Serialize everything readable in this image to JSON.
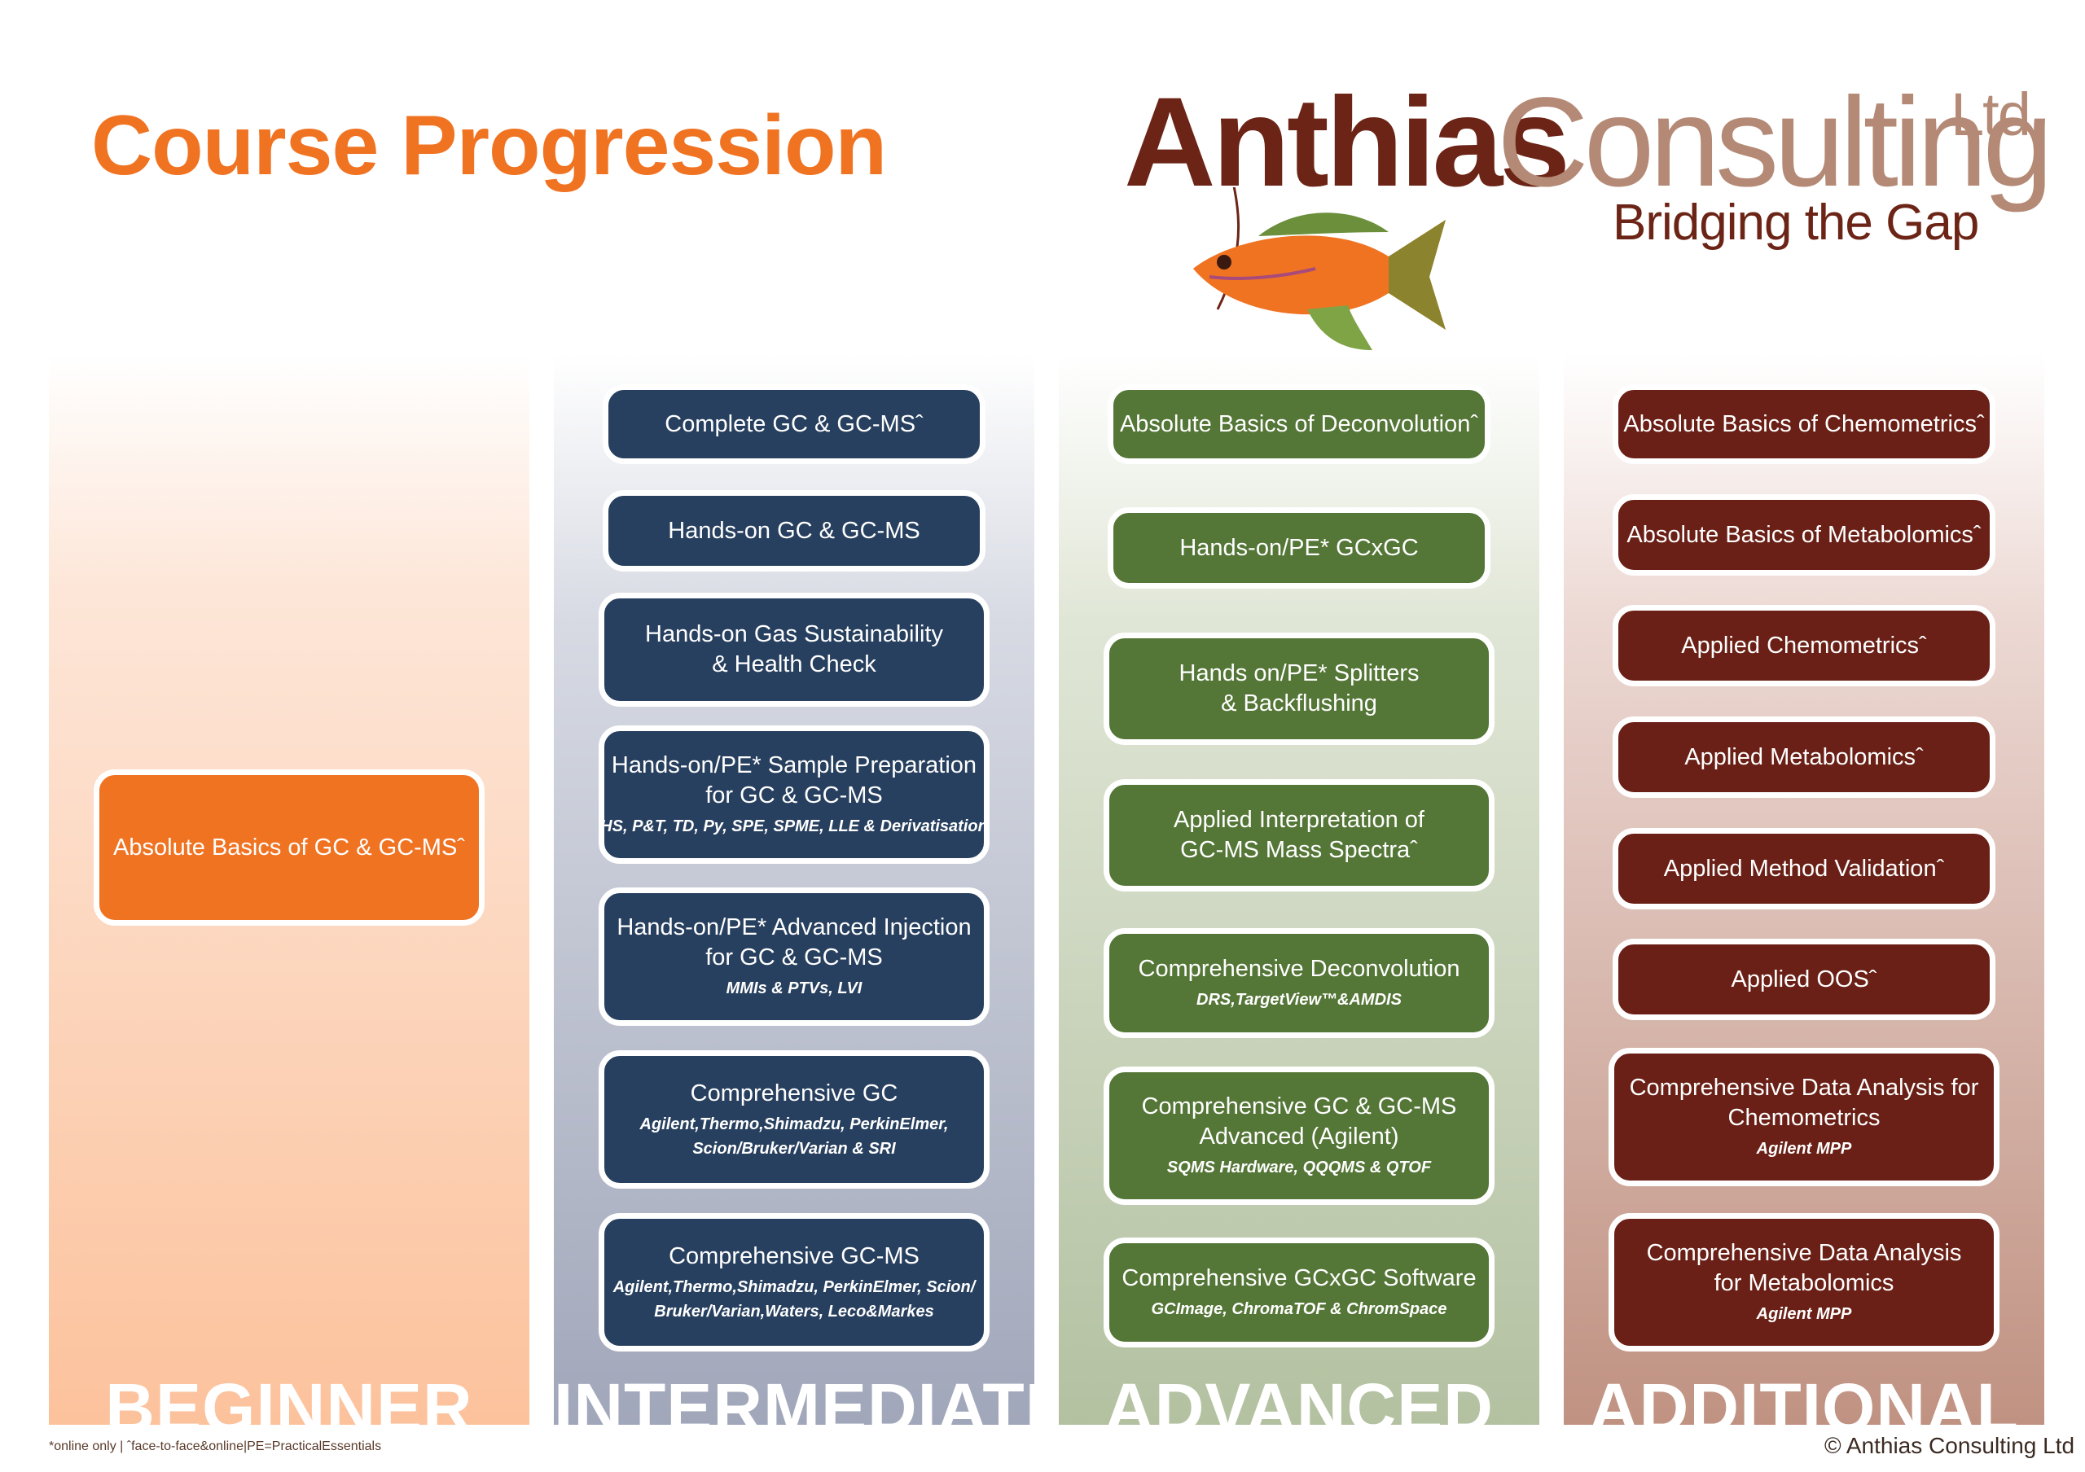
{
  "page": {
    "title": "Course Progression"
  },
  "logo": {
    "word_a": "Anthias",
    "word_b": "Consulting",
    "suffix": "Ltd",
    "tagline": "Bridging the Gap",
    "icon": "fish-icon"
  },
  "columns": {
    "beginner": {
      "label": "BEGINNER",
      "color": "#f07322",
      "courses": [
        {
          "title": "Absolute Basics of GC & GC-MSˆ"
        }
      ]
    },
    "intermediate": {
      "label": "INTERMEDIATE",
      "color": "#28405f",
      "courses": [
        {
          "title": "Complete GC & GC-MSˆ"
        },
        {
          "title": "Hands-on GC & GC-MS"
        },
        {
          "title": "Hands-on Gas Sustainability",
          "title2": "& Health Check"
        },
        {
          "title": "Hands-on/PE* Sample Preparation",
          "title2": "for GC & GC-MS",
          "subtitle": "HS, P&T, TD, Py, SPE, SPME, LLE & Derivatisation"
        },
        {
          "title": "Hands-on/PE* Advanced Injection",
          "title2": "for GC & GC-MS",
          "subtitle": "MMIs & PTVs, LVI"
        },
        {
          "title": "Comprehensive GC",
          "subtitle": "Agilent,Thermo,Shimadzu, PerkinElmer,",
          "subtitle2": "Scion/Bruker/Varian & SRI"
        },
        {
          "title": "Comprehensive GC-MS",
          "subtitle": "Agilent,Thermo,Shimadzu, PerkinElmer, Scion/",
          "subtitle2": "Bruker/Varian,Waters, Leco&Markes"
        }
      ]
    },
    "advanced": {
      "label": "ADVANCED",
      "color": "#547636",
      "courses": [
        {
          "title": "Absolute Basics of Deconvolutionˆ"
        },
        {
          "title": "Hands-on/PE* GCxGC"
        },
        {
          "title": "Hands on/PE* Splitters",
          "title2": "& Backflushing"
        },
        {
          "title": "Applied Interpretation of",
          "title2": "GC-MS Mass Spectraˆ"
        },
        {
          "title": "Comprehensive Deconvolution",
          "subtitle": "DRS,TargetView™&AMDIS"
        },
        {
          "title": "Comprehensive GC & GC-MS",
          "title2": "Advanced (Agilent)",
          "subtitle": "SQMS Hardware, QQQMS & QTOF"
        },
        {
          "title": "Comprehensive GCxGC Software",
          "subtitle": "GCImage, ChromaTOF & ChromSpace"
        }
      ]
    },
    "additional": {
      "label": "ADDITIONAL",
      "color": "#6a2016",
      "courses": [
        {
          "title": "Absolute Basics of Chemometricsˆ"
        },
        {
          "title": "Absolute Basics of Metabolomicsˆ"
        },
        {
          "title": "Applied Chemometricsˆ"
        },
        {
          "title": "Applied Metabolomicsˆ"
        },
        {
          "title": "Applied Method Validationˆ"
        },
        {
          "title": "Applied OOSˆ"
        },
        {
          "title": "Comprehensive Data Analysis for",
          "title2": "Chemometrics",
          "subtitle": "Agilent MPP"
        },
        {
          "title": "Comprehensive Data Analysis",
          "title2": "for Metabolomics",
          "subtitle": "Agilent MPP"
        }
      ]
    }
  },
  "footer": {
    "footnote": "*online only | ˆface-to-face&online|PE=PracticalEssentials",
    "copyright": "© Anthias Consulting Ltd"
  }
}
